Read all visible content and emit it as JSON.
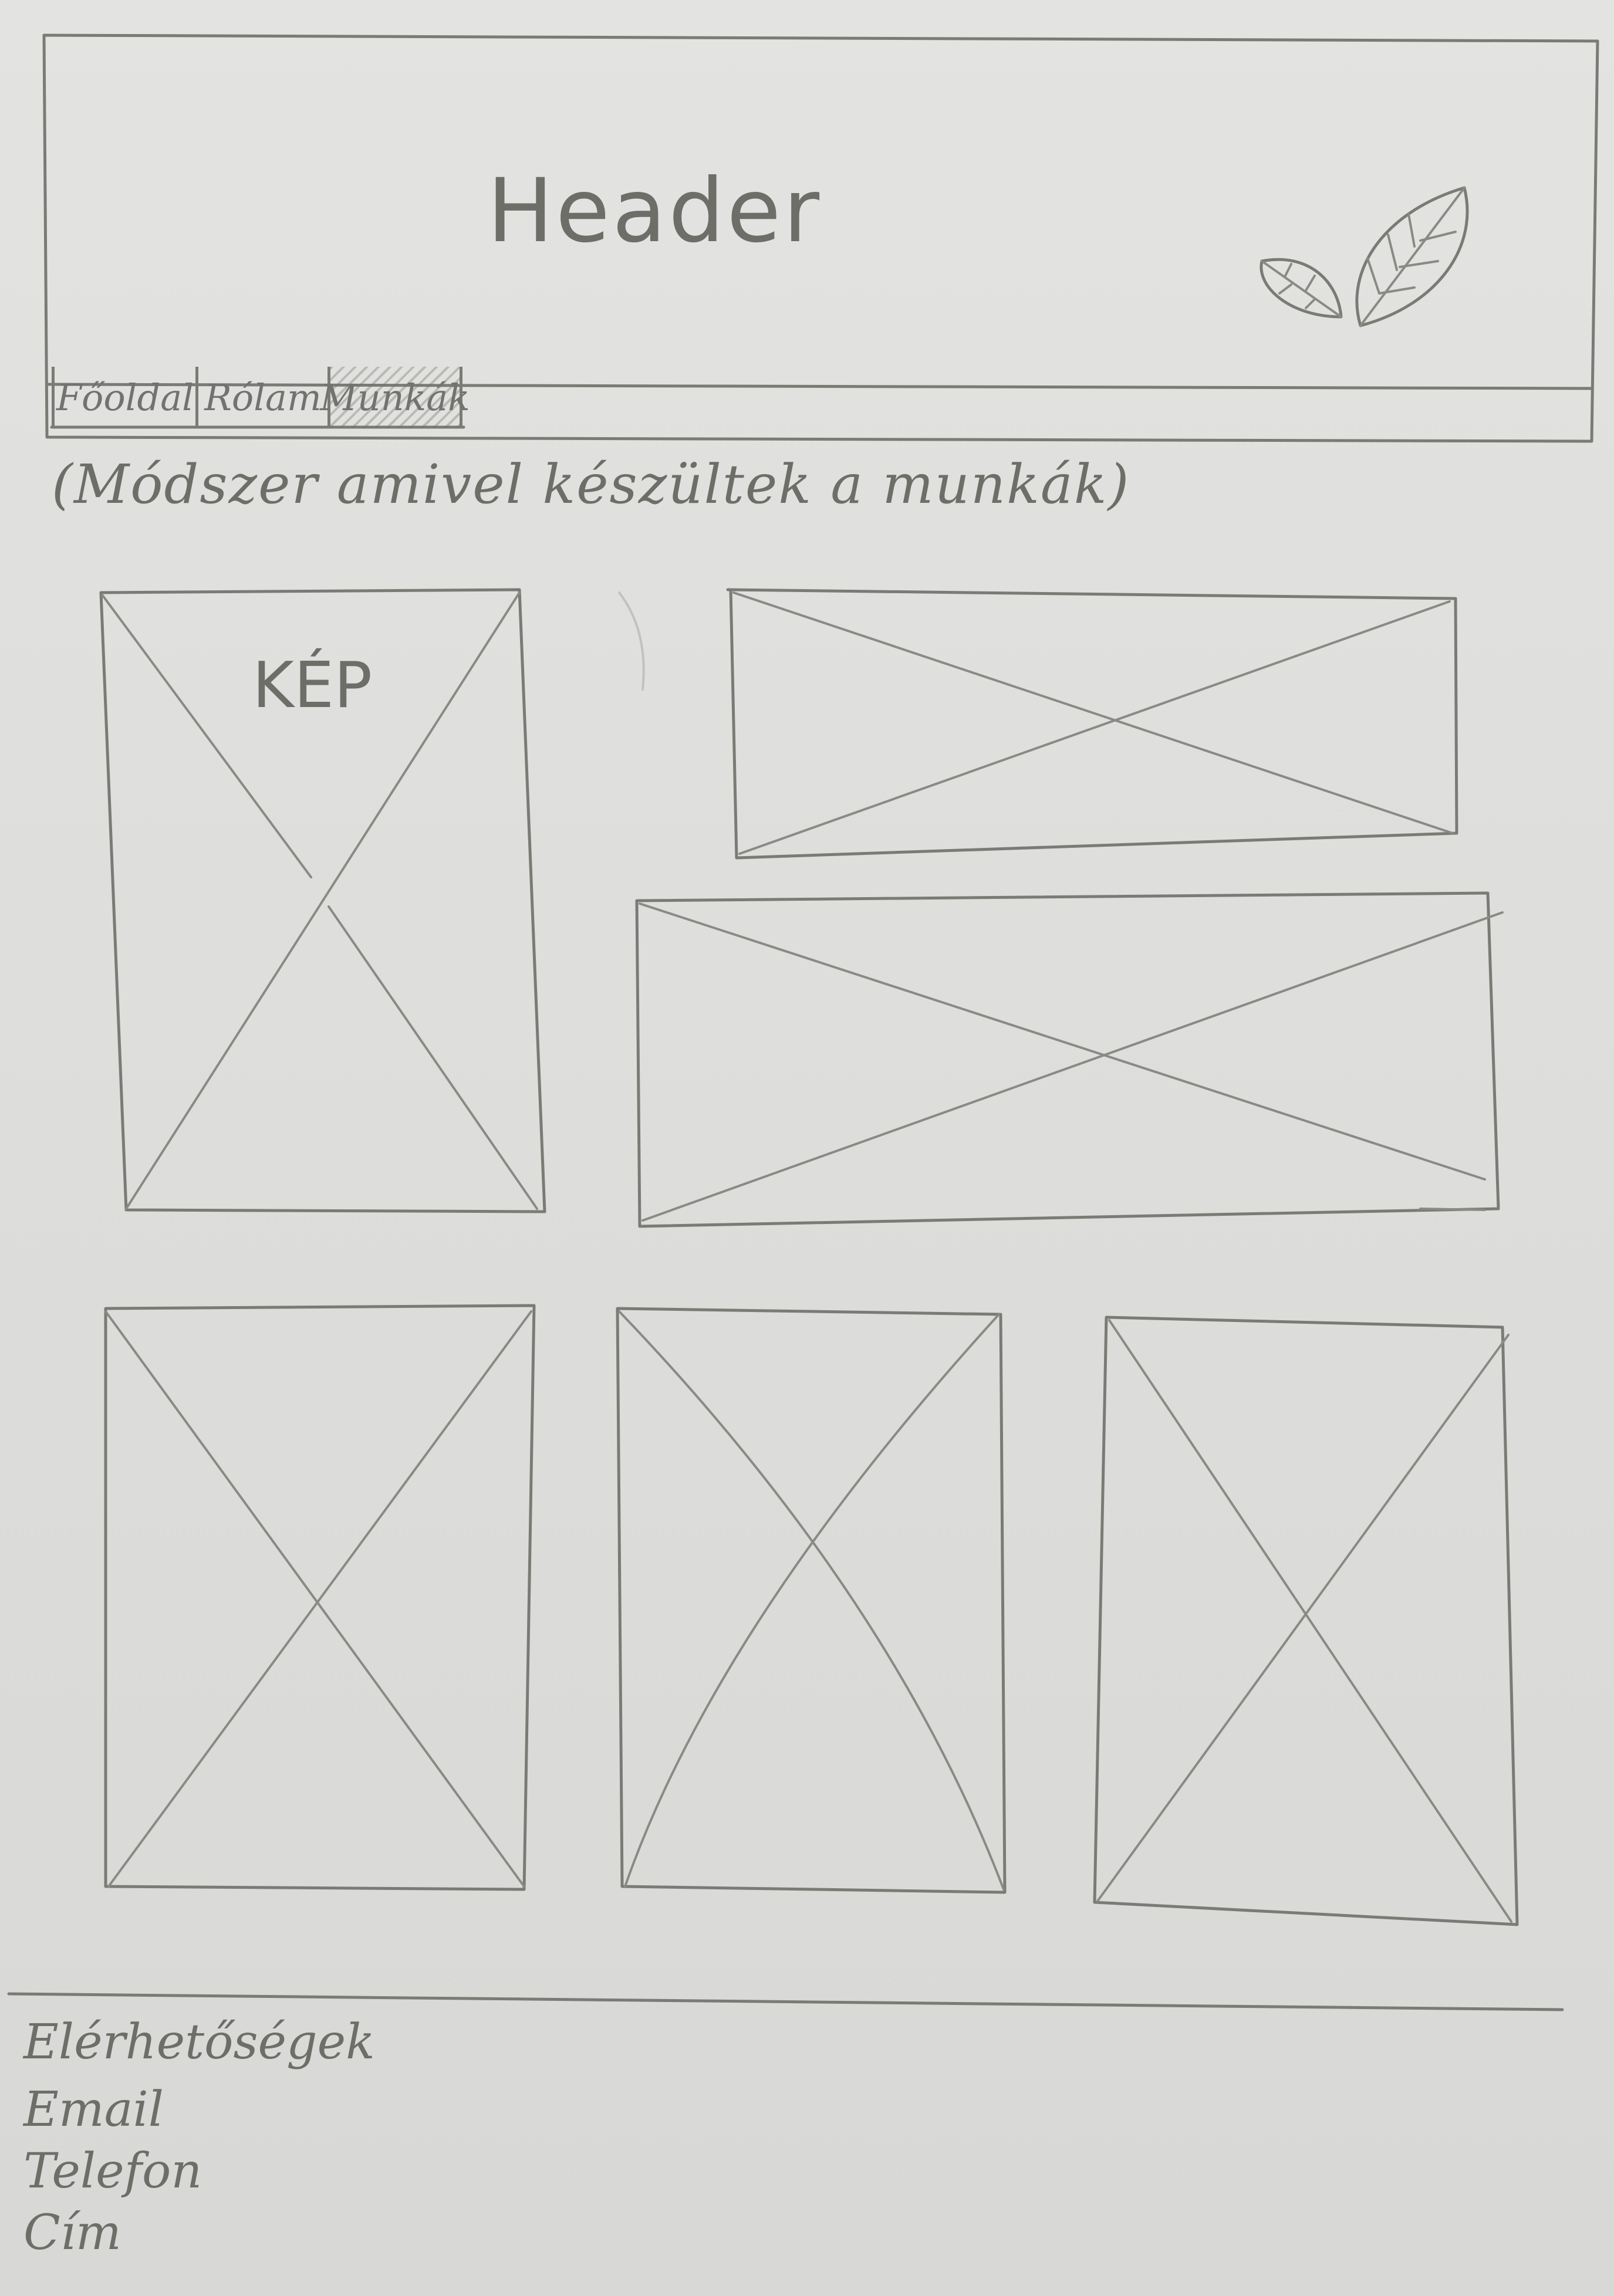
{
  "header": {
    "title": "Header"
  },
  "nav": {
    "items": [
      {
        "label": "Főoldal"
      },
      {
        "label": "Rólam"
      },
      {
        "label": "Munkák"
      }
    ]
  },
  "main": {
    "subtitle": "(Módszer amivel készültek a munkák)",
    "image_label": "KÉP"
  },
  "footer": {
    "title": "Elérhetőségek",
    "email": "Email",
    "phone": "Telefon",
    "address": "Cím"
  }
}
